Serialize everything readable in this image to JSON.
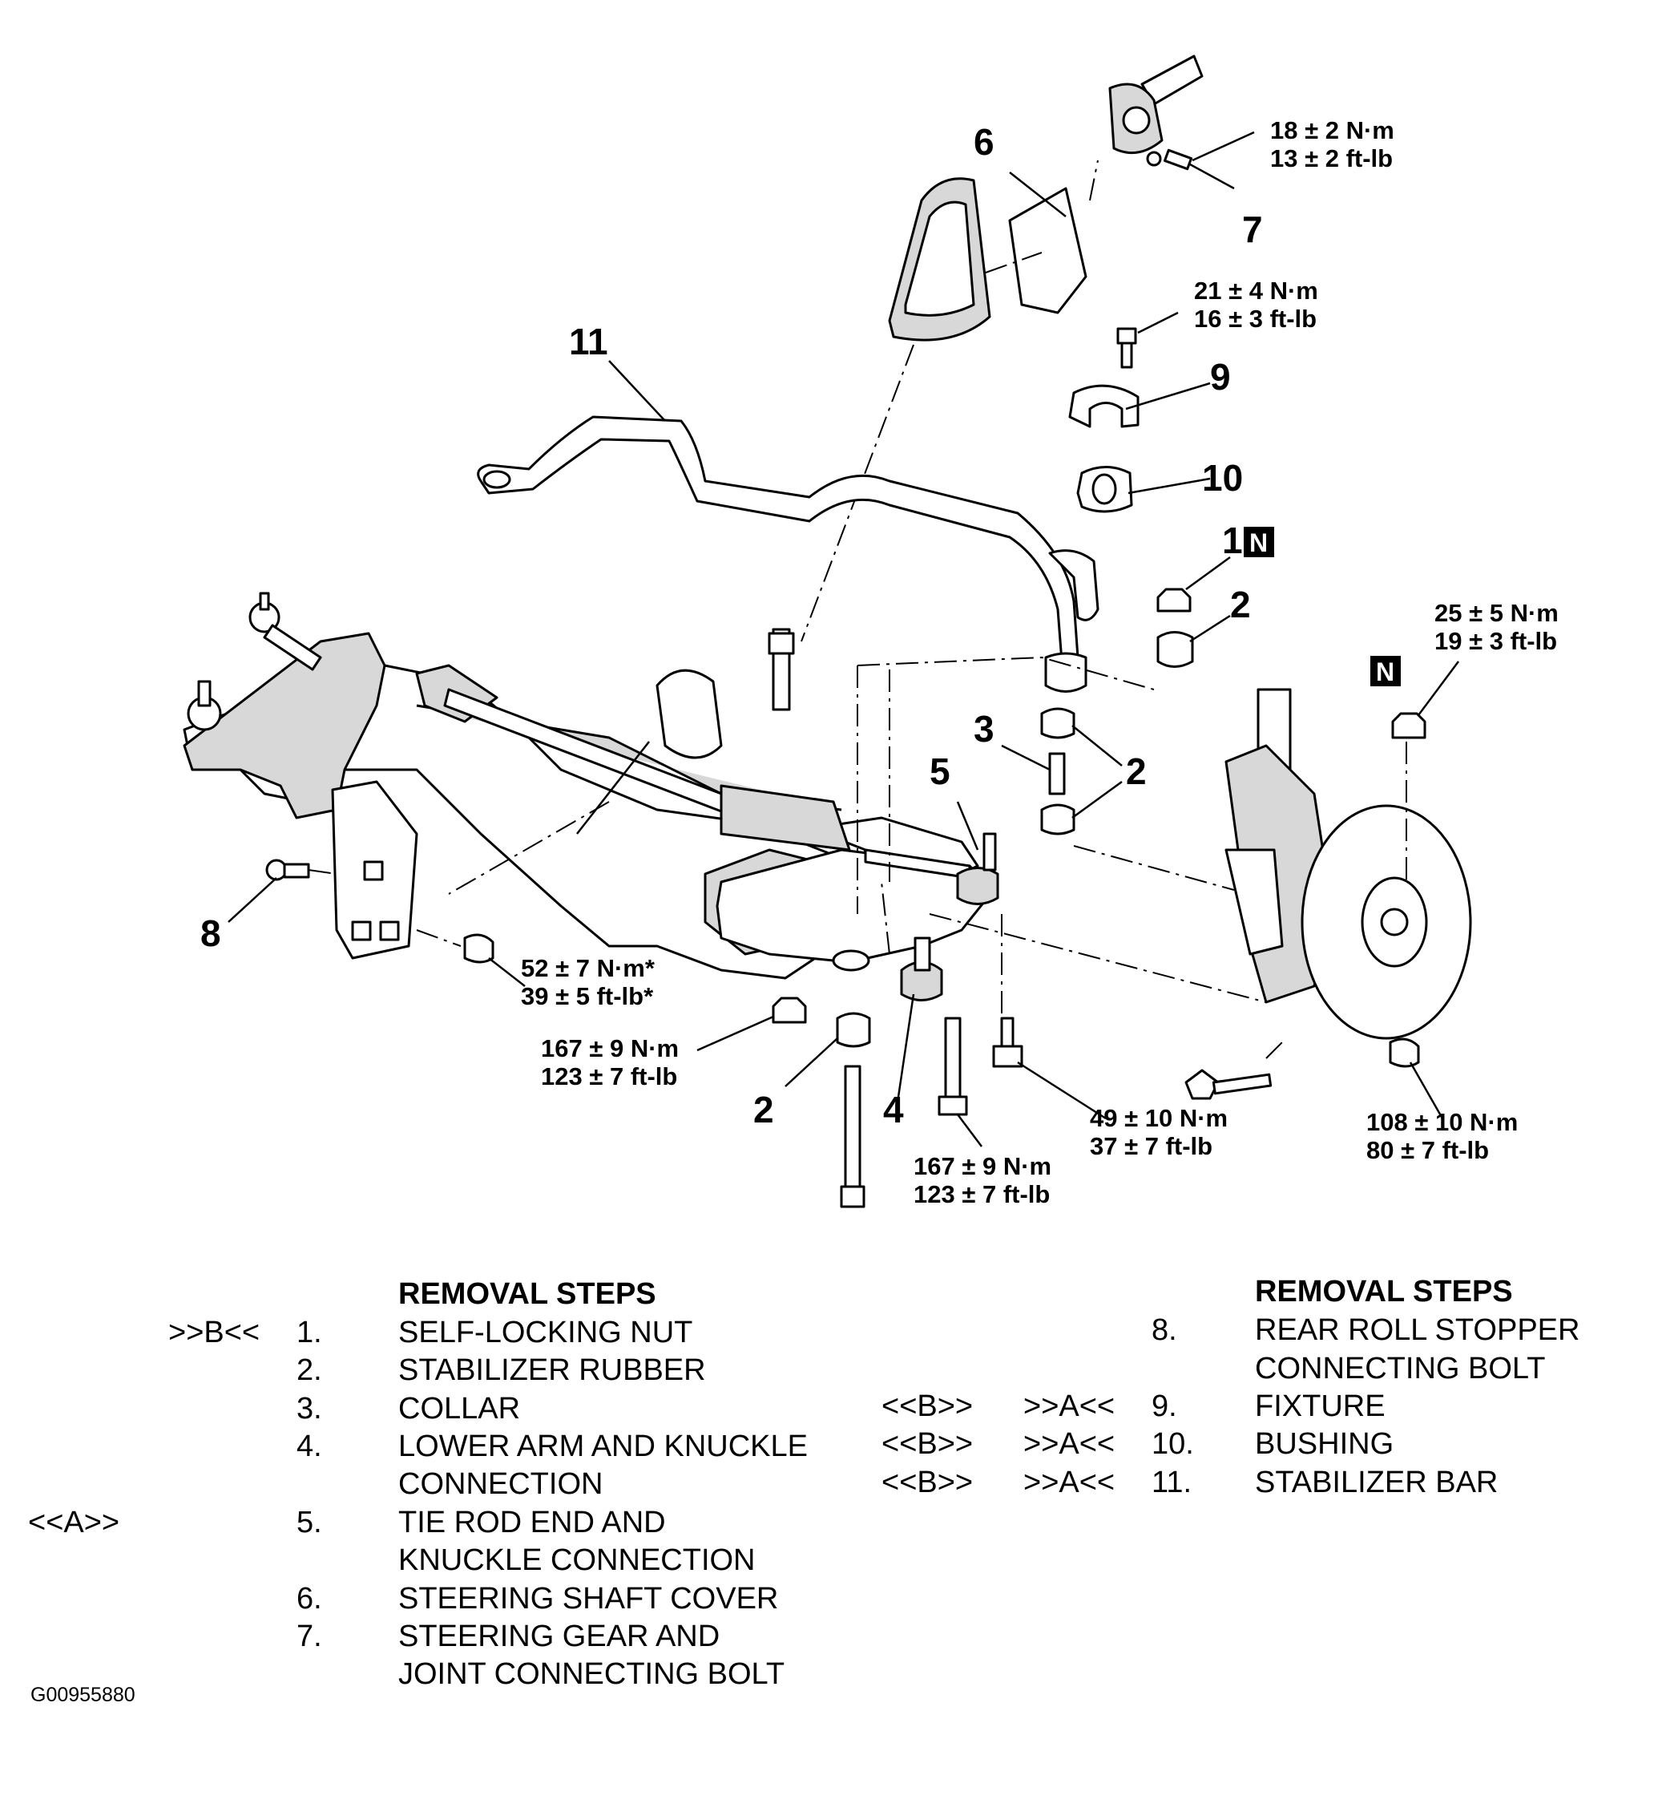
{
  "diagram": {
    "callouts": {
      "n1": "1",
      "n2a": "2",
      "n2b": "2",
      "n2c": "2",
      "n3": "3",
      "n4": "4",
      "n5": "5",
      "n6": "6",
      "n7": "7",
      "n8": "8",
      "n9": "9",
      "n10": "10",
      "n11": "11",
      "nut_n_label": "N",
      "nut_n_marker": "N"
    },
    "torques": {
      "t7": [
        "18 ± 2 N·m",
        "13 ± 2 ft-lb"
      ],
      "t9": [
        "21 ± 4 N·m",
        "16 ± 3 ft-lb"
      ],
      "tnut": [
        "25 ± 5 N·m",
        "19 ± 3 ft-lb"
      ],
      "t8": [
        "52 ± 7 N·m*",
        "39 ± 5 ft-lb*"
      ],
      "tlow1": [
        "167 ± 9 N·m",
        "123 ± 7 ft-lb"
      ],
      "tlow2": [
        "167 ± 9 N·m",
        "123 ± 7 ft-lb"
      ],
      "tmid": [
        "49 ± 10 N·m",
        "37 ± 7 ft-lb"
      ],
      "tright": [
        "108 ± 10 N·m",
        "80 ± 7 ft-lb"
      ]
    }
  },
  "steps_left": {
    "heading": "REMOVAL STEPS",
    "rows": [
      {
        "note1": "",
        "note2": ">>B<<",
        "num": "1.",
        "lines": [
          "SELF-LOCKING NUT"
        ]
      },
      {
        "note1": "",
        "note2": "",
        "num": "2.",
        "lines": [
          "STABILIZER RUBBER"
        ]
      },
      {
        "note1": "",
        "note2": "",
        "num": "3.",
        "lines": [
          "COLLAR"
        ]
      },
      {
        "note1": "",
        "note2": "",
        "num": "4.",
        "lines": [
          "LOWER ARM AND KNUCKLE",
          "CONNECTION"
        ]
      },
      {
        "note1": "<<A>>",
        "note2": "",
        "num": "5.",
        "lines": [
          "TIE ROD END AND",
          "KNUCKLE CONNECTION"
        ]
      },
      {
        "note1": "",
        "note2": "",
        "num": "6.",
        "lines": [
          "STEERING SHAFT COVER"
        ]
      },
      {
        "note1": "",
        "note2": "",
        "num": "7.",
        "lines": [
          "STEERING GEAR AND",
          "JOINT CONNECTING BOLT"
        ]
      }
    ]
  },
  "steps_right": {
    "heading": "REMOVAL STEPS",
    "rows": [
      {
        "note1": "",
        "note2": "",
        "num": "8.",
        "lines": [
          "REAR ROLL STOPPER",
          "CONNECTING BOLT"
        ]
      },
      {
        "note1": "<<B>>",
        "note2": ">>A<<",
        "num": "9.",
        "lines": [
          "FIXTURE"
        ]
      },
      {
        "note1": "<<B>>",
        "note2": ">>A<<",
        "num": "10.",
        "lines": [
          "BUSHING"
        ]
      },
      {
        "note1": "<<B>>",
        "note2": ">>A<<",
        "num": "11.",
        "lines": [
          "STABILIZER BAR"
        ]
      }
    ]
  },
  "figure_code": "G00955880"
}
